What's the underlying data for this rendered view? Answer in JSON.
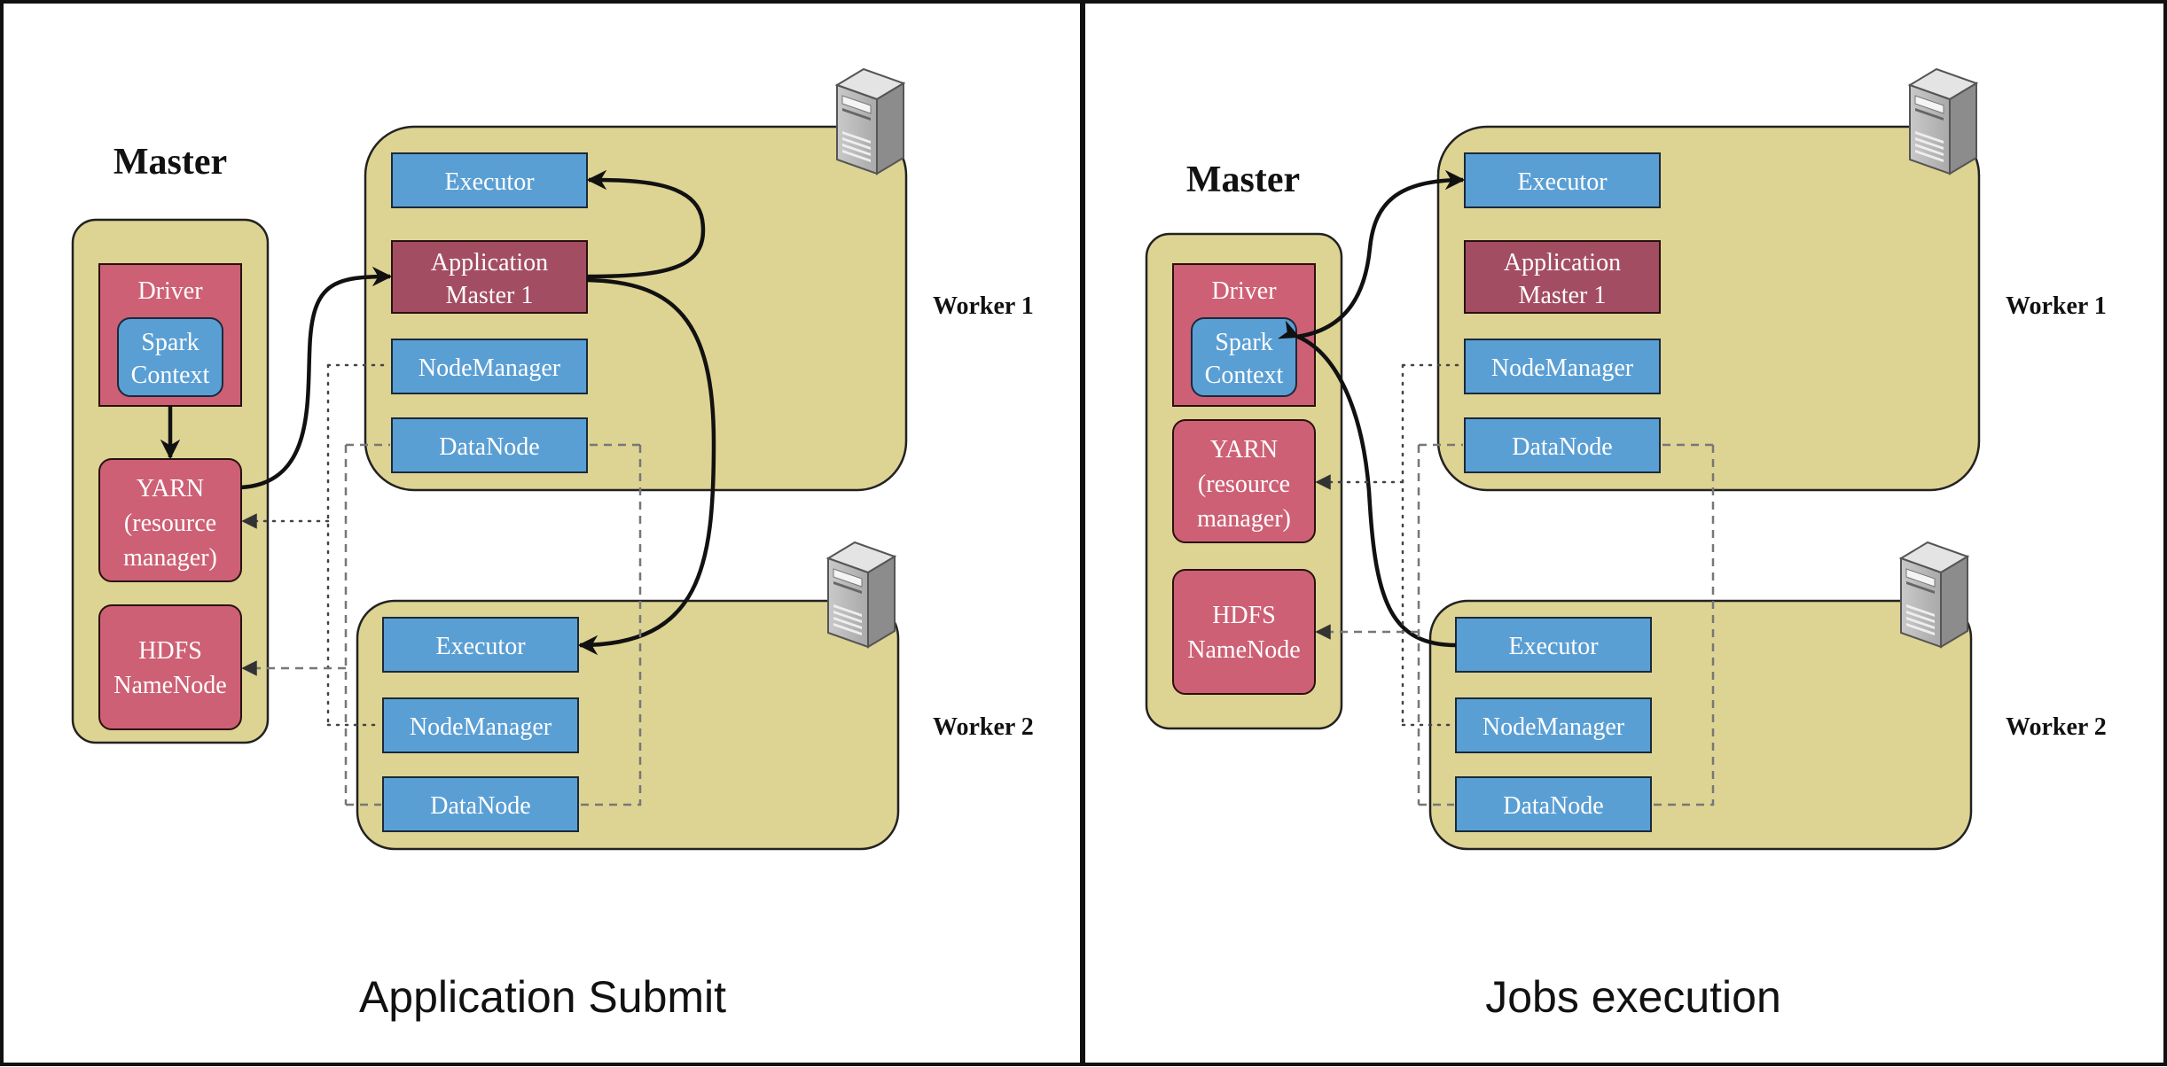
{
  "panels": [
    {
      "caption": "Application Submit",
      "master": {
        "title": "Master",
        "driver": "Driver",
        "spark_context": [
          "Spark",
          "Context"
        ],
        "yarn": [
          "YARN",
          "(resource",
          "manager)"
        ],
        "hdfs": [
          "HDFS",
          "NameNode"
        ]
      },
      "worker1": {
        "label": "Worker 1",
        "executor": "Executor",
        "app_master": [
          "Application",
          "Master 1"
        ],
        "nodemanager": "NodeManager",
        "datanode": "DataNode"
      },
      "worker2": {
        "label": "Worker 2",
        "executor": "Executor",
        "nodemanager": "NodeManager",
        "datanode": "DataNode"
      }
    },
    {
      "caption": "Jobs execution",
      "master": {
        "title": "Master",
        "driver": "Driver",
        "spark_context": [
          "Spark",
          "Context"
        ],
        "yarn": [
          "YARN",
          "(resource",
          "manager)"
        ],
        "hdfs": [
          "HDFS",
          "NameNode"
        ]
      },
      "worker1": {
        "label": "Worker 1",
        "executor": "Executor",
        "app_master": [
          "Application",
          "Master 1"
        ],
        "nodemanager": "NodeManager",
        "datanode": "DataNode"
      },
      "worker2": {
        "label": "Worker 2",
        "executor": "Executor",
        "nodemanager": "NodeManager",
        "datanode": "DataNode"
      }
    }
  ],
  "colors": {
    "node_yellow": "#ddd393",
    "box_blue": "#5a9fd4",
    "box_pink": "#cd6075",
    "box_darkpink": "#a34d63"
  },
  "icons": [
    "server-icon"
  ]
}
